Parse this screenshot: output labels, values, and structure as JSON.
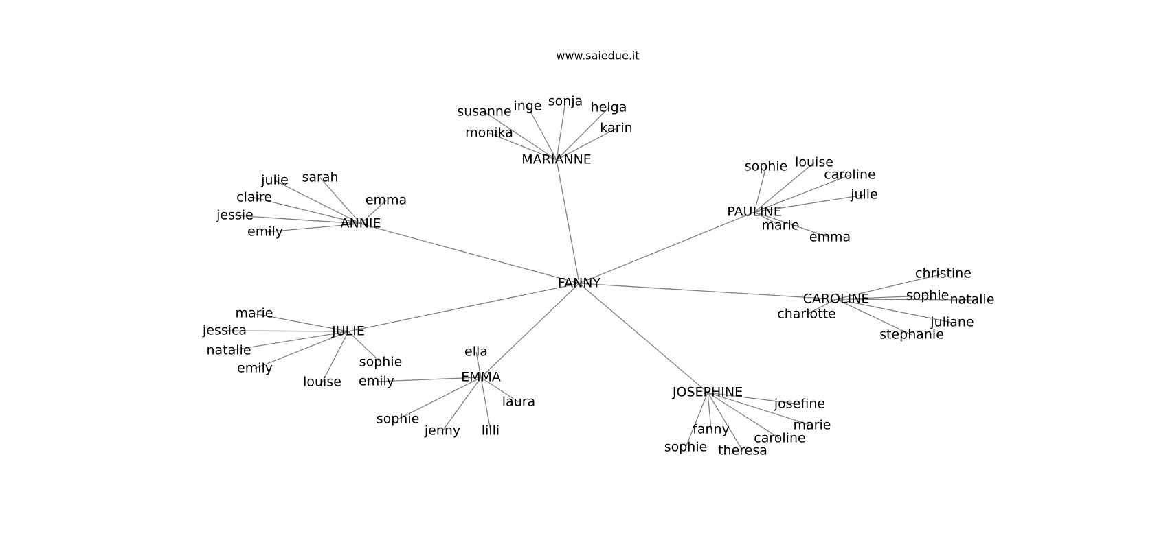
{
  "title": "www.saiedue.it",
  "edge_color": "#808080",
  "text_color": "#000000",
  "background": "#ffffff",
  "center": "FANNY",
  "clusters": [
    {
      "hub": "MARIANNE",
      "children": [
        "susanne",
        "inge",
        "sonja",
        "helga",
        "karin",
        "monika"
      ]
    },
    {
      "hub": "ANNIE",
      "children": [
        "julie",
        "sarah",
        "emma",
        "claire",
        "jessie",
        "emily"
      ]
    },
    {
      "hub": "PAULINE",
      "children": [
        "sophie",
        "louise",
        "caroline",
        "julie",
        "marie",
        "emma"
      ]
    },
    {
      "hub": "CAROLINE",
      "children": [
        "christine",
        "sophie",
        "natalie",
        "charlotte",
        "juliane",
        "stephanie"
      ]
    },
    {
      "hub": "JULIE",
      "children": [
        "marie",
        "jessica",
        "natalie",
        "emily",
        "louise",
        "sophie"
      ]
    },
    {
      "hub": "EMMA",
      "children": [
        "ella",
        "emily",
        "laura",
        "sophie",
        "jenny",
        "lilli"
      ]
    },
    {
      "hub": "JOSEPHINE",
      "children": [
        "josefine",
        "marie",
        "caroline",
        "theresa",
        "fanny",
        "sophie"
      ]
    }
  ]
}
